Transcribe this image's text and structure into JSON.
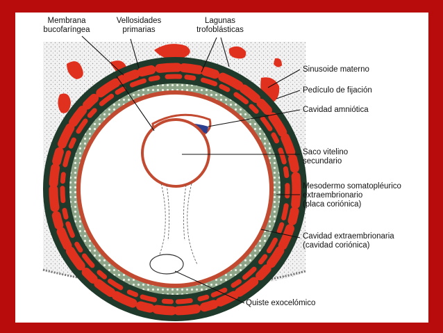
{
  "labels": {
    "membrana": [
      "Membrana",
      "bucofaríngea"
    ],
    "vellosidades": [
      "Vellosidades",
      "primarias"
    ],
    "lagunas": [
      "Lagunas",
      "trofoblásticas"
    ],
    "sinusoide": "Sinusoide materno",
    "pediculo": "Pedículo de fijación",
    "cavidad_amniotica": "Cavidad amniótica",
    "saco_vitelino": [
      "Saco vitelino",
      "secundario"
    ],
    "mesodermo": [
      "Mesodermo somatopléurico",
      "extraembrionario",
      "(placa coriónica)"
    ],
    "cavidad_extra": [
      "Cavidad extraembrionaria",
      "(cavidad coriónica)"
    ],
    "quiste": "Quiste exocelómico"
  },
  "colors": {
    "background": "#b80c0c",
    "panel": "#ffffff",
    "trophoblast_dark": "#1f3a2b",
    "lacunae": "#e0301e",
    "mesoderm": "#8fa58a",
    "epiblast": "#2b3f8f"
  }
}
